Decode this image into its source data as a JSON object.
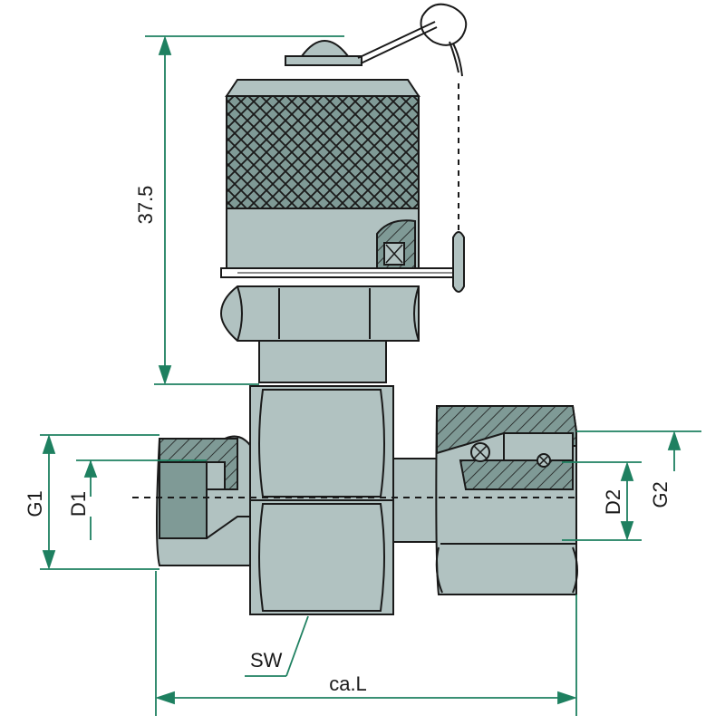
{
  "labels": {
    "height": "37.5",
    "g1": "G1",
    "d1": "D1",
    "d2": "D2",
    "g2": "G2",
    "sw": "SW",
    "length": "ca.L"
  },
  "colors": {
    "body": "#b1c2c1",
    "dark": "#7f9a96",
    "dimension": "#1e8060",
    "outline": "#1a1a1a"
  }
}
